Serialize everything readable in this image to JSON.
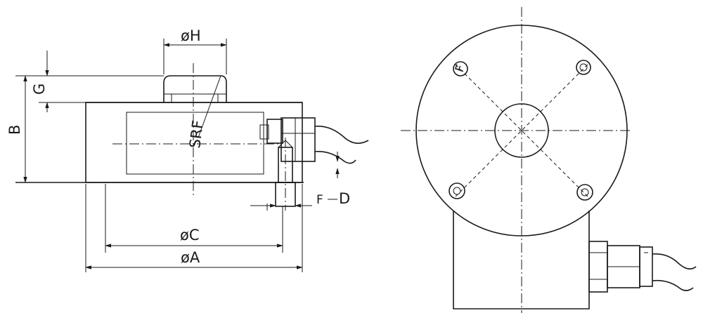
{
  "labels": {
    "phi_h": "øH",
    "g": "G",
    "b": "B",
    "srf": "SRF",
    "phi_c": "øC",
    "phi_a": "øA",
    "f_d": "F",
    "d": "D",
    "hole_label": "F"
  },
  "icons": {
    "arrowhead": "arrow-head"
  },
  "colors": {
    "ink": "#1a1a1a",
    "paper": "#ffffff"
  }
}
